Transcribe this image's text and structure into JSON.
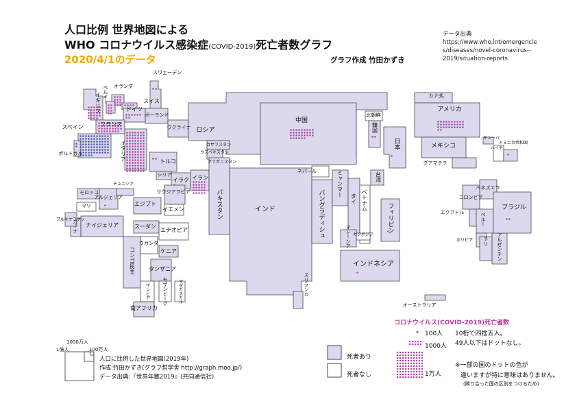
{
  "title": {
    "line1": "人口比例 世界地図による",
    "line2_main": "WHO コロナウイルス感染症",
    "line2_small": "(COVID-2019)",
    "line2_end": "死亡者数グラフ",
    "date": "2020/4/1のデータ",
    "author": "グラフ作成 竹田かずき"
  },
  "source": {
    "label": "データ出典",
    "lines": [
      "https://www.who.int/emergencie",
      "s/diseases/novel-coronavirus--",
      "2019/situation-reports"
    ]
  },
  "colors": {
    "land": "#dcd9ee",
    "border": "#444444",
    "dot": "#b04aa8",
    "dot_blue": "#4a5aa8",
    "date": "#f0a800",
    "legend_title": "#c0399f"
  },
  "countries": [
    {
      "key": "sweden",
      "label": "スウェーデン",
      "deaths": 239
    },
    {
      "key": "netherlands",
      "label": "オランダ",
      "deaths": 1173
    },
    {
      "key": "belgium",
      "label": "ベルギー",
      "deaths": 828
    },
    {
      "key": "uk",
      "label": "イギリス",
      "deaths": 2352
    },
    {
      "key": "switzerland",
      "label": "スイス",
      "deaths": 378
    },
    {
      "key": "germany",
      "label": "ドイツ",
      "deaths": 775
    },
    {
      "key": "france",
      "label": "フランス",
      "deaths": 3523
    },
    {
      "key": "poland",
      "label": "ポーランド",
      "deaths": 33
    },
    {
      "key": "spain",
      "label": "スペイン",
      "deaths": 8189
    },
    {
      "key": "portugal",
      "label": "ポルトガル",
      "deaths": 160
    },
    {
      "key": "italy",
      "label": "イタリア",
      "deaths": 12428
    },
    {
      "key": "ukraine",
      "label": "ウクライナ",
      "deaths": 22
    },
    {
      "key": "russia",
      "label": "ロシア",
      "deaths": 17
    },
    {
      "key": "kazakhstan",
      "label": "カザフスタン",
      "deaths": 1
    },
    {
      "key": "uzbekistan",
      "label": "ウズベキスタン",
      "deaths": 2
    },
    {
      "key": "afghanistan",
      "label": "アフガニスタン",
      "deaths": 4
    },
    {
      "key": "turkey",
      "label": "トルコ",
      "deaths": 214
    },
    {
      "key": "syria",
      "label": "シリア",
      "deaths": 2
    },
    {
      "key": "iraq",
      "label": "イラク",
      "deaths": 52
    },
    {
      "key": "iran",
      "label": "イラン",
      "deaths": 2898
    },
    {
      "key": "saudi",
      "label": "サウジアラビア",
      "deaths": 8
    },
    {
      "key": "yemen",
      "label": "イエメン",
      "deaths": 0
    },
    {
      "key": "pakistan",
      "label": "パキスタン",
      "deaths": 20
    },
    {
      "key": "india",
      "label": "インド",
      "deaths": 35
    },
    {
      "key": "nepal",
      "label": "ネパール",
      "deaths": 0
    },
    {
      "key": "bangladesh",
      "label": "バングラディシュ",
      "deaths": 5
    },
    {
      "key": "china",
      "label": "中国",
      "deaths": 3312
    },
    {
      "key": "nkorea",
      "label": "北朝鮮",
      "deaths": 0
    },
    {
      "key": "skorea",
      "label": "韓国",
      "deaths": 162
    },
    {
      "key": "japan",
      "label": "日本",
      "deaths": 57
    },
    {
      "key": "taiwan",
      "label": "台湾",
      "deaths": 5
    },
    {
      "key": "myanmar",
      "label": "ミャンマー",
      "deaths": 1
    },
    {
      "key": "thailand",
      "label": "タイ",
      "deaths": 9
    },
    {
      "key": "vietnam",
      "label": "ベトナム",
      "deaths": 0
    },
    {
      "key": "cambodia",
      "label": "カンボジア",
      "deaths": 0
    },
    {
      "key": "malaysia",
      "label": "マレーシア",
      "deaths": 37
    },
    {
      "key": "philippines",
      "label": "フィリピン",
      "deaths": 88
    },
    {
      "key": "indonesia",
      "label": "インドネシア",
      "deaths": 136
    },
    {
      "key": "srilanka",
      "label": "スリランカ",
      "deaths": 2
    },
    {
      "key": "australia",
      "label": "オーストラリア",
      "deaths": 19
    },
    {
      "key": "egypt",
      "label": "エジプト",
      "deaths": 41
    },
    {
      "key": "morocco",
      "label": "モロッコ",
      "deaths": 36
    },
    {
      "key": "algeria",
      "label": "アルジェリア",
      "deaths": 58
    },
    {
      "key": "tunisia",
      "label": "チュニジア",
      "deaths": 10
    },
    {
      "key": "mali",
      "label": "マリ",
      "deaths": 0
    },
    {
      "key": "ghana",
      "label": "ガーナ",
      "deaths": 5
    },
    {
      "key": "nigeria",
      "label": "ナイジェリア",
      "deaths": 2
    },
    {
      "key": "burkina",
      "label": "ブルキナファソ",
      "deaths": 12
    },
    {
      "key": "sudan",
      "label": "スーダン",
      "deaths": 2
    },
    {
      "key": "ethiopia",
      "label": "エチオピア",
      "deaths": 0
    },
    {
      "key": "kenya",
      "label": "ケニア",
      "deaths": 1
    },
    {
      "key": "uganda",
      "label": "ウガンダ",
      "deaths": 0
    },
    {
      "key": "congo",
      "label": "コンゴ民主",
      "deaths": 8
    },
    {
      "key": "tanzania",
      "label": "タンザニア",
      "deaths": 1
    },
    {
      "key": "mozambique",
      "label": "モザンビーク",
      "deaths": 0
    },
    {
      "key": "madagascar",
      "label": "マダガスカル",
      "deaths": 0
    },
    {
      "key": "zambia",
      "label": "ザンビア",
      "deaths": 0
    },
    {
      "key": "southafrica",
      "label": "南アフリカ",
      "deaths": 5
    },
    {
      "key": "canada",
      "label": "カナダ",
      "deaths": 89
    },
    {
      "key": "usa",
      "label": "アメリカ",
      "deaths": 3170
    },
    {
      "key": "mexico",
      "label": "メキシコ",
      "deaths": 28
    },
    {
      "key": "guatemala",
      "label": "グアマテラ",
      "deaths": 1
    },
    {
      "key": "cuba",
      "label": "キューバ",
      "deaths": 6
    },
    {
      "key": "haiti",
      "label": "ハイチ",
      "deaths": 0
    },
    {
      "key": "dominican",
      "label": "ドミニカ共和国",
      "deaths": 60
    },
    {
      "key": "venezuela",
      "label": "ベネズエラ",
      "deaths": 3
    },
    {
      "key": "colombia",
      "label": "コロンビア",
      "deaths": 12
    },
    {
      "key": "ecuador",
      "label": "エクアドル",
      "deaths": 79
    },
    {
      "key": "peru",
      "label": "ペルー",
      "deaths": 24
    },
    {
      "key": "bolivia",
      "label": "ボリビア",
      "deaths": 1
    },
    {
      "key": "chile",
      "label": "チリ",
      "deaths": 12
    },
    {
      "key": "argentina",
      "label": "アルゼンチン",
      "deaths": 24
    },
    {
      "key": "brazil",
      "label": "ブラジル",
      "deaths": 201
    }
  ],
  "legend": {
    "title": "コロナウイルス(COVID-2019)死亡者数",
    "items": [
      "100人",
      "1000人",
      "1万人"
    ],
    "notes": [
      "10桁で四捨五入。",
      "49人以下はドットなし。"
    ],
    "has_deaths": "死者あり",
    "no_deaths": "死者なし",
    "footnote1": "※一部の国のドットの色が",
    "footnote2": "違いますが特に意味はありません。",
    "footnote3": "(隣り合った国の区別をつけるため)"
  },
  "scale": {
    "labels": [
      "1000万人",
      "1億人",
      "100万人"
    ],
    "caption1": "人口に比例した世界地図(2019年)",
    "caption2": "作成:竹田かずき(グラフ哲学舎 http://graph.moo.jp/)",
    "caption3": "データ出典:『世界年鑑2019』(共同通信社)"
  }
}
